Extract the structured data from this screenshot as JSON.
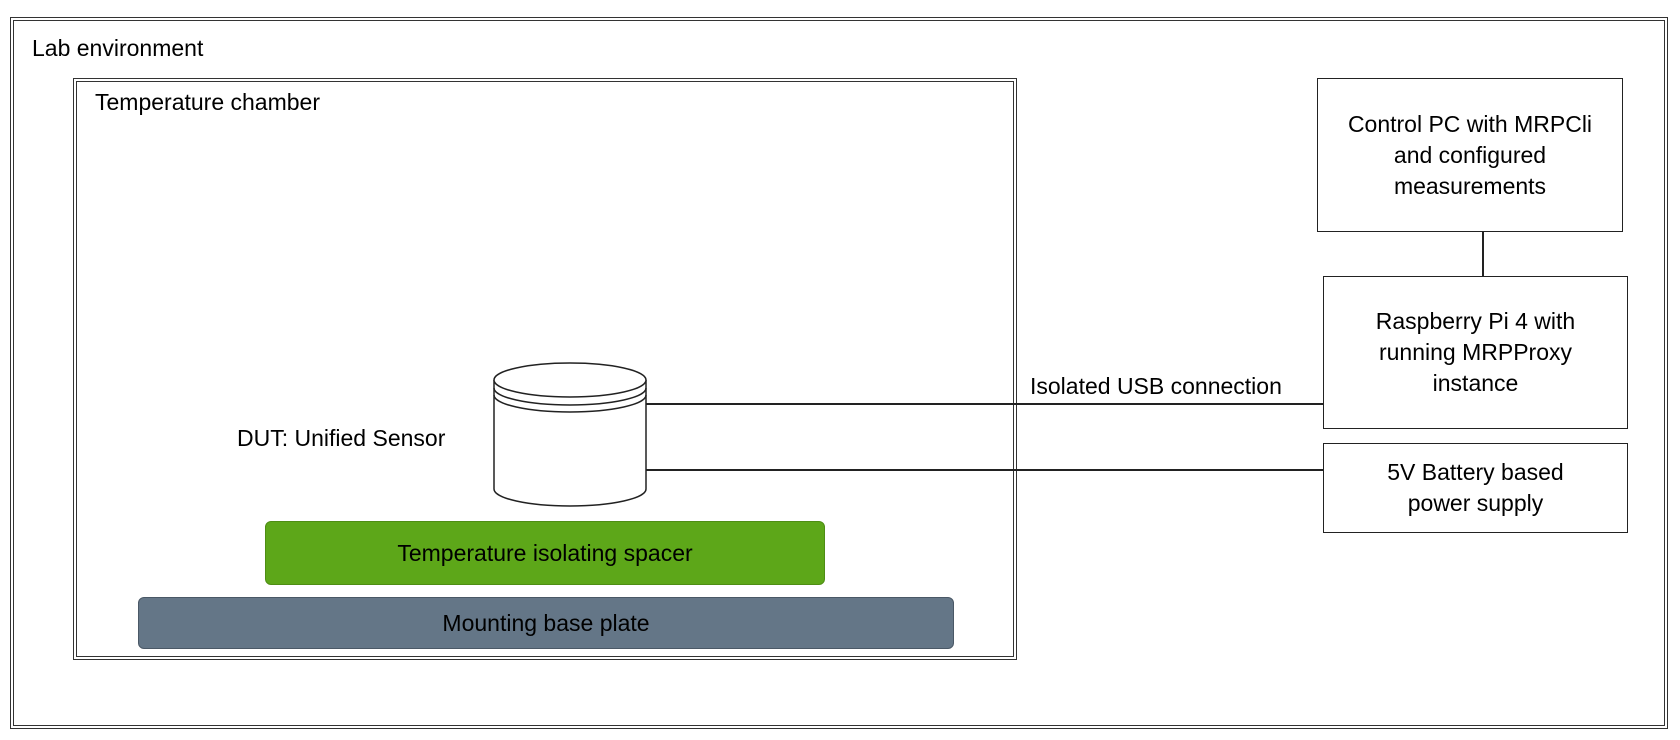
{
  "lab_environment": {
    "label": "Lab environment"
  },
  "temperature_chamber": {
    "label": "Temperature chamber"
  },
  "dut": {
    "label": "DUT: Unified Sensor"
  },
  "spacer": {
    "label": "Temperature isolating spacer",
    "color": "#5da719"
  },
  "base_plate": {
    "label": "Mounting base plate",
    "color": "#647687"
  },
  "control_pc": {
    "label": "Control PC with MRPCli and configured measurements"
  },
  "raspberry_pi": {
    "label": "Raspberry Pi 4 with running MRPProxy instance"
  },
  "power_supply": {
    "label": "5V Battery based power supply"
  },
  "usb_connection": {
    "label": "Isolated USB connection"
  }
}
